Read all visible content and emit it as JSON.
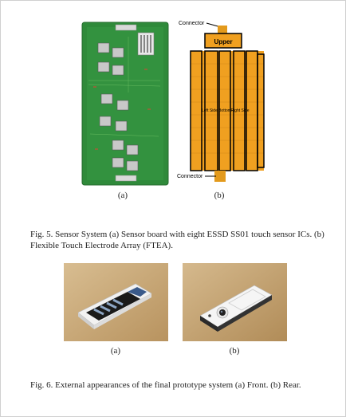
{
  "figure5": {
    "sublabel_a": "(a)",
    "sublabel_b": "(b)",
    "diagram": {
      "connector_top": "Connector",
      "connector_bottom": "Connector",
      "upper": "Upper",
      "strip_left": "Left Side",
      "strip_center": "Bottom",
      "strip_right": "Right Side"
    },
    "caption": "Fig. 5.   Sensor System (a) Sensor board with eight ESSD SS01 touch sensor ICs. (b) Flexible Touch Electrode Array (FTEA)."
  },
  "figure6": {
    "sublabel_a": "(a)",
    "sublabel_b": "(b)",
    "caption": "Fig. 6.   External appearances of the final prototype system (a) Front. (b) Rear."
  },
  "colors": {
    "pcb_green": "#2f8a3a",
    "electrode_orange": "#f0a020",
    "photo_background": "#c9a97a"
  }
}
